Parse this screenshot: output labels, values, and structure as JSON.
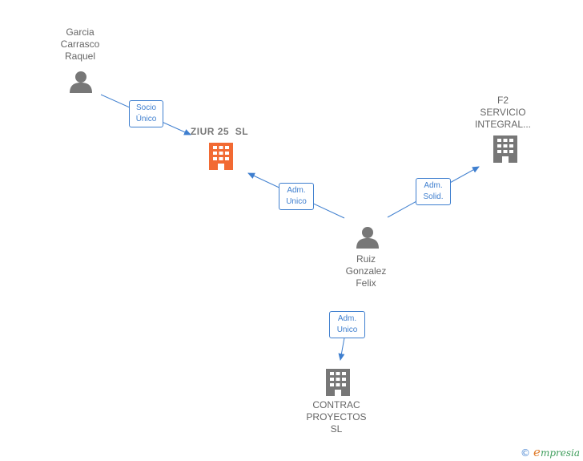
{
  "nodes": {
    "garcia": {
      "lines": [
        "Garcia",
        "Carrasco",
        "Raquel"
      ],
      "icon": "person-icon"
    },
    "ziur": {
      "lines": [
        "ZIUR 25  SL"
      ],
      "icon": "building-icon",
      "color": "#f26a33"
    },
    "f2": {
      "lines": [
        "F2",
        "SERVICIO",
        "INTEGRAL..."
      ],
      "icon": "building-icon"
    },
    "ruiz": {
      "lines": [
        "Ruiz",
        "Gonzalez",
        "Felix"
      ],
      "icon": "person-icon"
    },
    "contrac": {
      "lines": [
        "CONTRAC",
        "PROYECTOS",
        "SL"
      ],
      "icon": "building-icon"
    }
  },
  "edges": {
    "garcia_ziur": {
      "lines": [
        "Socio",
        "Único"
      ]
    },
    "ruiz_ziur": {
      "lines": [
        "Adm.",
        "Unico"
      ]
    },
    "ruiz_f2": {
      "lines": [
        "Adm.",
        "Solid."
      ]
    },
    "ruiz_contrac": {
      "lines": [
        "Adm.",
        "Unico"
      ]
    }
  },
  "colors": {
    "edge": "#3f7fcf",
    "node": "#777777",
    "highlight": "#f26a33"
  },
  "footer": {
    "copyright": "©",
    "brand_initial": "e",
    "brand_rest": "mpresia"
  }
}
